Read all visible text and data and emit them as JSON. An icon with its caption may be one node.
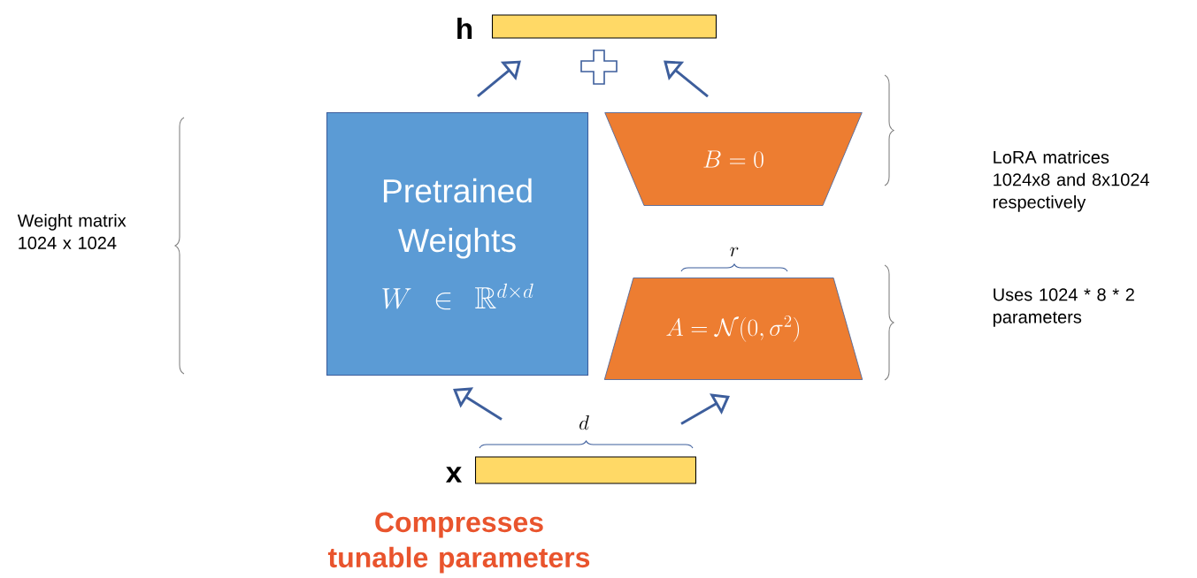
{
  "diagram": {
    "caption": "Compresses tunable parameters",
    "nodes": [
      {
        "text": [],
        "shape": "bar",
        "beside": [
          "h"
        ]
      },
      {
        "text": [
          "Pretrained Weights",
          "W \\in \\mathbb{R}^{d \\times d}"
        ]
      },
      {
        "text": [
          "B = 0"
        ]
      },
      {
        "text": [
          "A = \\mathcal{N}(0, \\sigma^2)"
        ]
      },
      {
        "text": [],
        "shape": "bar",
        "beside": [
          "x"
        ]
      }
    ],
    "edges": [
      {
        "from": 4,
        "to": 1,
        "arrow": "to"
      },
      {
        "from": 4,
        "to": 3,
        "arrow": "to"
      },
      {
        "from": 1,
        "to": 0,
        "arrow": "to"
      },
      {
        "from": 2,
        "to": 0,
        "arrow": "to"
      }
    ],
    "labels": [
      "Weight matrix 1024 x 1024",
      "LoRA matrices 1024x8 and 8x1024 respectively",
      "r",
      "Uses 1024 * 8 * 2 parameters",
      "d"
    ]
  }
}
